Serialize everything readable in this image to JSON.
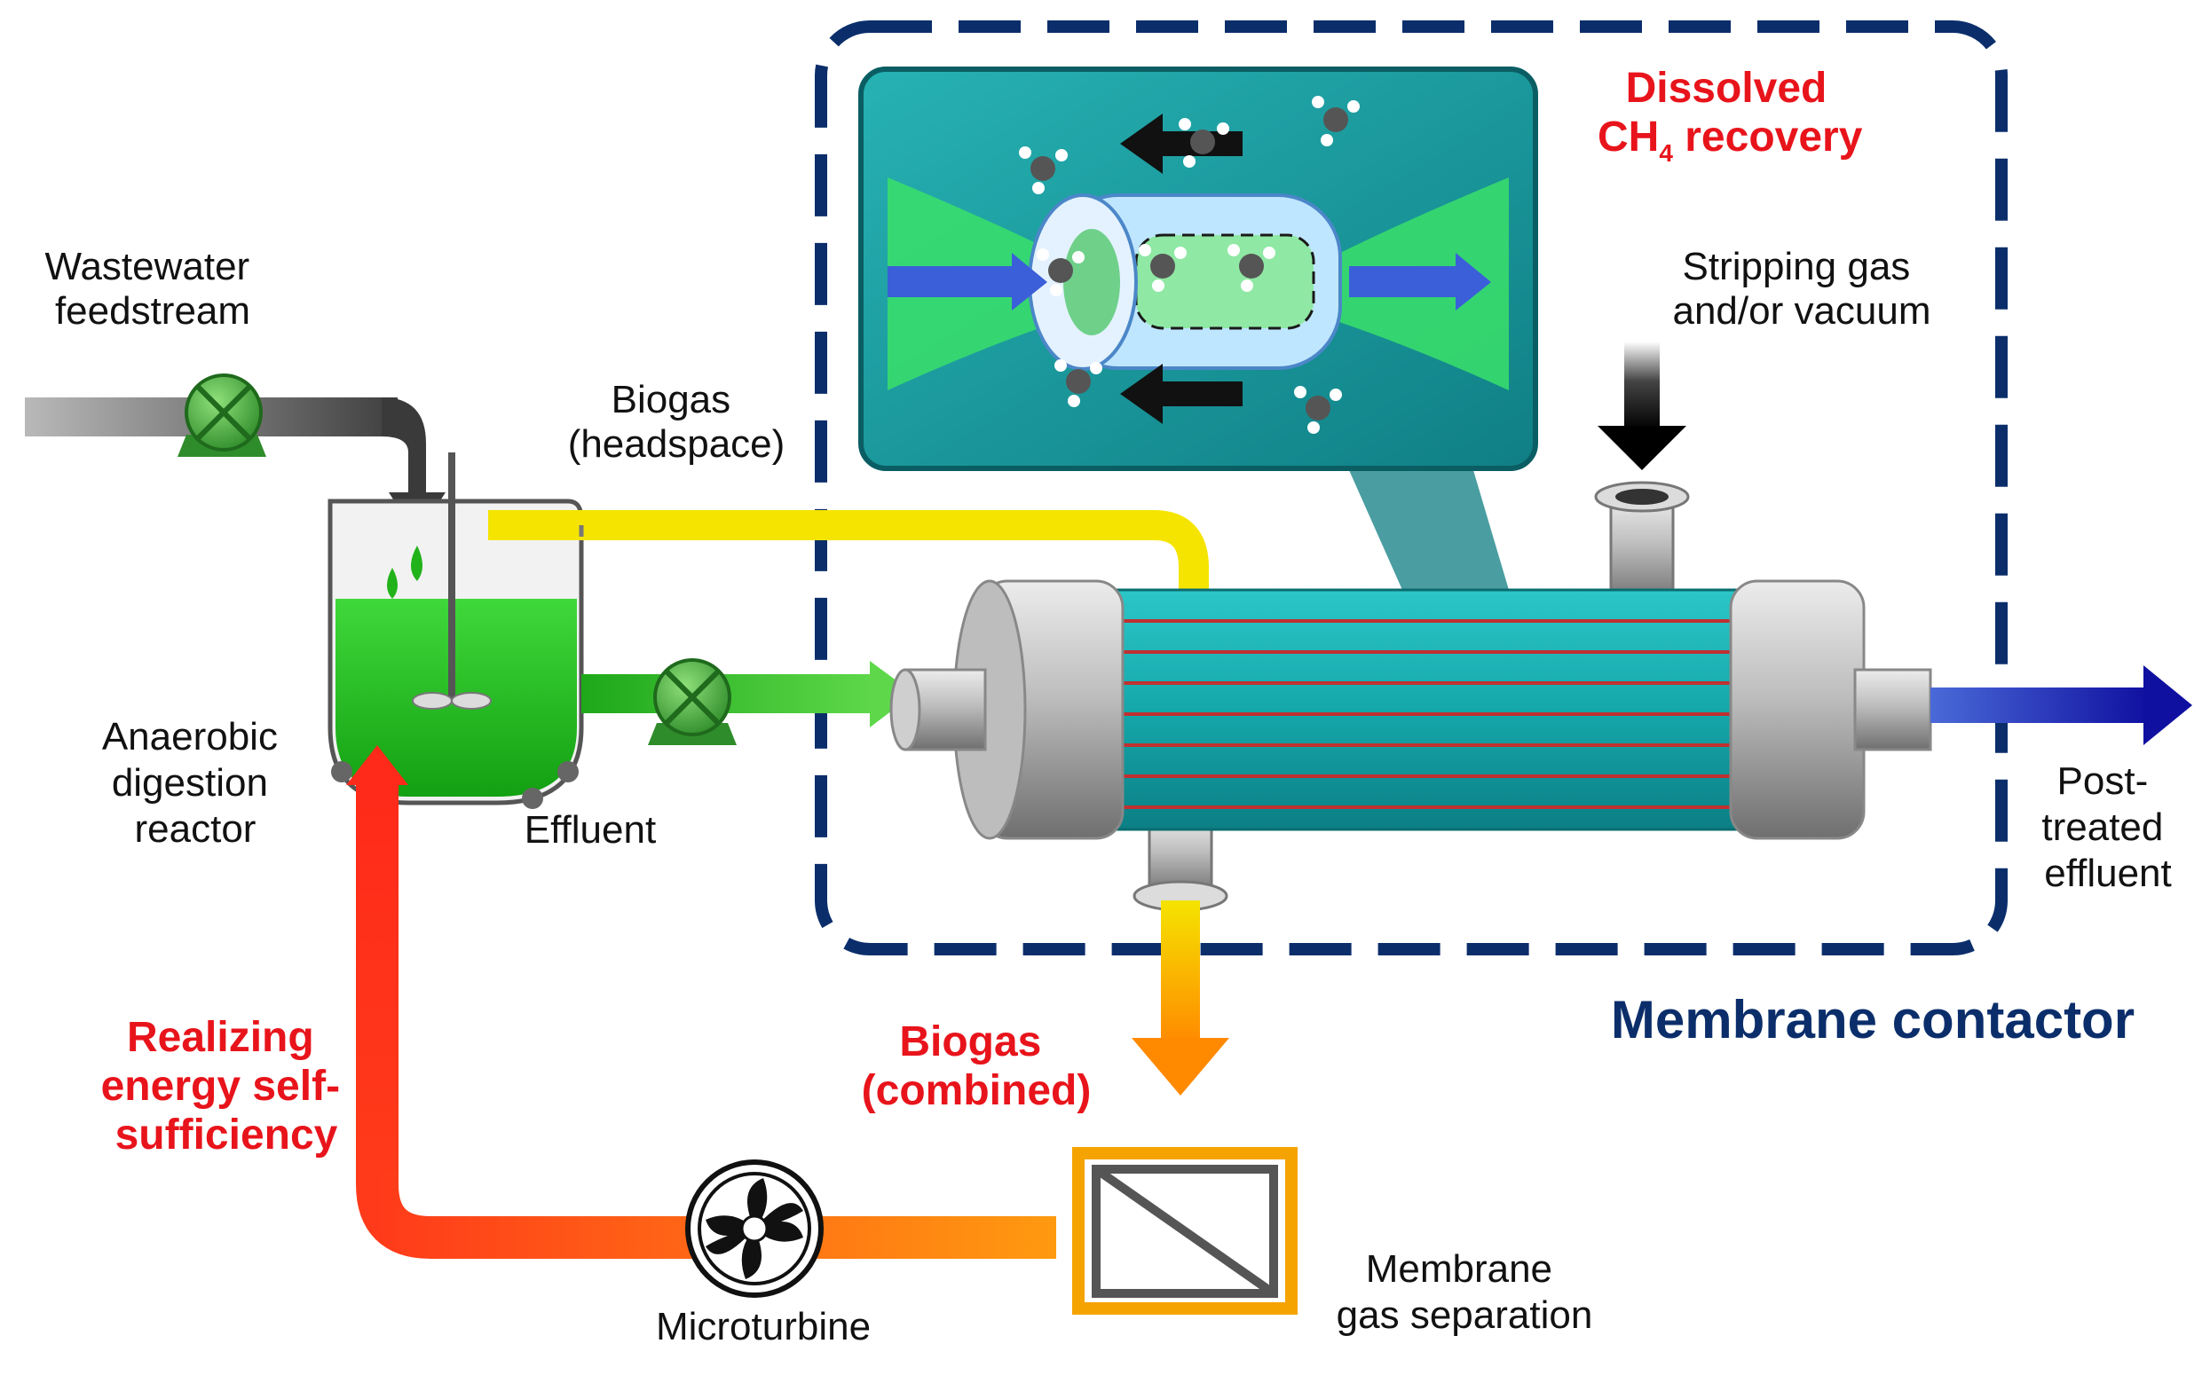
{
  "labels": {
    "wastewater": [
      "Wastewater",
      "feedstream"
    ],
    "biogas_headspace": [
      "Biogas",
      "(headspace)"
    ],
    "reactor": [
      "Anaerobic",
      "digestion",
      "reactor"
    ],
    "effluent": "Effluent",
    "dissolved_ch4": {
      "line1": "Dissolved",
      "ch": "CH",
      "sub": "4",
      "rest": " recovery"
    },
    "stripping": [
      "Stripping gas",
      "and/or vacuum"
    ],
    "post_treated": [
      "Post-",
      "treated",
      "effluent"
    ],
    "membrane_contactor": "Membrane contactor",
    "biogas_combined": [
      "Biogas",
      "(combined)"
    ],
    "energy": [
      "Realizing",
      "energy self-",
      "sufficiency"
    ],
    "microturbine": "Microturbine",
    "gas_separation": [
      "Membrane",
      "gas separation"
    ]
  },
  "colors": {
    "dashed_box": "#0b2e6b",
    "red_text": "#e8141b",
    "biogas_line": "#f5e400",
    "effluent_line": "#22b21a",
    "teal": "#1aa6a8",
    "post_treated_arrow": "#1c1ca8",
    "energy_gradient": [
      "#e8141b",
      "#ff8a00"
    ]
  },
  "icons": [
    "pump-icon",
    "impeller-icon",
    "fan-icon",
    "methane-molecule-icon",
    "membrane-separator-icon"
  ]
}
